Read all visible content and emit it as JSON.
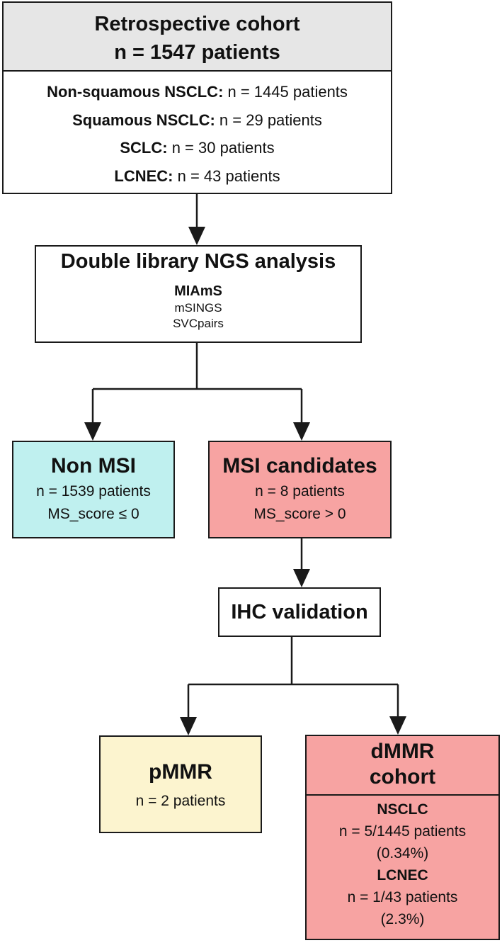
{
  "cohort": {
    "title": "Retrospective cohort",
    "n": "n = 1547 patients",
    "rows": [
      {
        "label": "Non-squamous NSCLC:",
        "value": " n = 1445 patients"
      },
      {
        "label": "Squamous NSCLC:",
        "value": " n = 29 patients"
      },
      {
        "label": "SCLC:",
        "value": " n = 30 patients"
      },
      {
        "label": "LCNEC:",
        "value": " n = 43 patients"
      }
    ]
  },
  "ngs": {
    "title": "Double library NGS analysis",
    "tool1": "MIAmS",
    "tool2": "mSINGS",
    "tool3": "SVCpairs"
  },
  "non_msi": {
    "title": "Non MSI",
    "n": "n = 1539 patients",
    "score": "MS_score ≤ 0",
    "color": "#bff0ef"
  },
  "msi": {
    "title": "MSI candidates",
    "n": "n = 8 patients",
    "score": "MS_score > 0",
    "color": "#f7a3a2"
  },
  "ihc": {
    "title": "IHC validation"
  },
  "pmmr": {
    "title": "pMMR",
    "n": "n = 2 patients",
    "color": "#fcf4cf"
  },
  "dmmr": {
    "title_line1": "dMMR",
    "title_line2": "cohort",
    "nsclc_label": "NSCLC",
    "nsclc_n": "n = 5/1445 patients",
    "nsclc_pct": "(0.34%)",
    "lcnec_label": "LCNEC",
    "lcnec_n": "n = 1/43 patients",
    "lcnec_pct": "(2.3%)",
    "color": "#f7a3a2"
  }
}
